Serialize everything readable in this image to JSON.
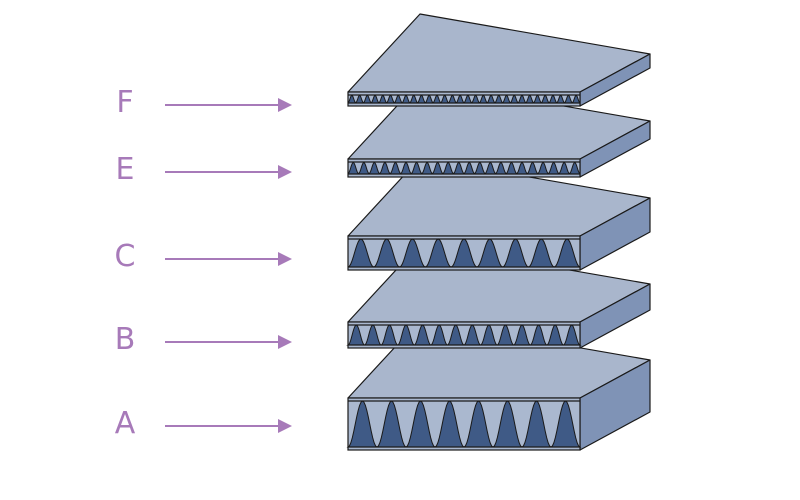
{
  "title": "",
  "colors": {
    "label": "#a77ab9",
    "top_face": "#a9b6cc",
    "front_face": "#aab8cf",
    "side_face": "#7f93b6",
    "flute_fill": "#3f5a86",
    "outline": "#1a1a1a"
  },
  "layers": [
    {
      "label": "F",
      "flute_style": "micro"
    },
    {
      "label": "E",
      "flute_style": "fine"
    },
    {
      "label": "C",
      "flute_style": "large"
    },
    {
      "label": "B",
      "flute_style": "medium"
    },
    {
      "label": "A",
      "flute_style": "large"
    }
  ]
}
